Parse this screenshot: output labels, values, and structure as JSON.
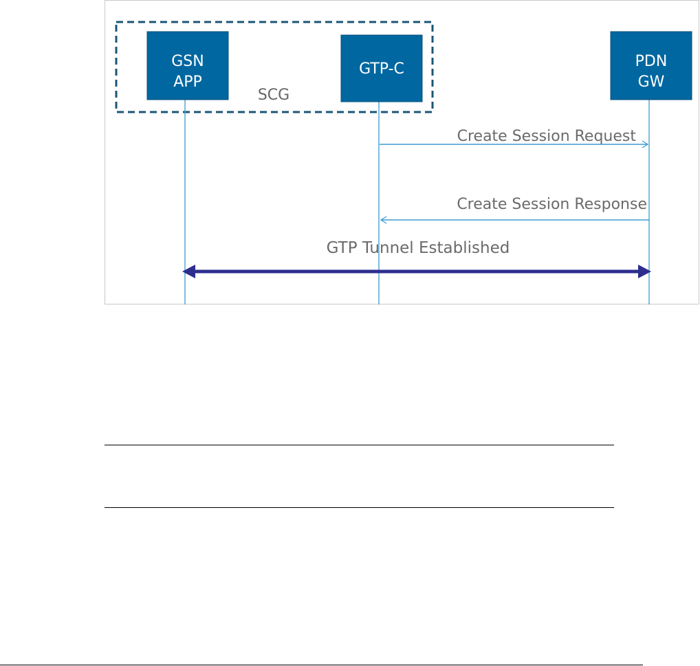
{
  "diagram": {
    "group_label": "SCG",
    "nodes": [
      {
        "id": "gsn",
        "lines": [
          "GSN",
          "APP"
        ]
      },
      {
        "id": "gtpc",
        "lines": [
          "GTP-C"
        ]
      },
      {
        "id": "pdn",
        "lines": [
          "PDN",
          "GW"
        ]
      }
    ],
    "messages": [
      {
        "label": "Create Session Request",
        "from": "GTP-C",
        "to": "PDN GW"
      },
      {
        "label": "Create Session Response",
        "from": "PDN GW",
        "to": "GTP-C"
      },
      {
        "label": "GTP Tunnel Established",
        "from": "GSN APP",
        "to": "PDN GW",
        "bidirectional": true
      }
    ],
    "colors": {
      "node_fill": "#0067a0",
      "dashed_border": "#1a5576",
      "lifeline": "#3b9bd0",
      "tunnel": "#2e2e8f",
      "label_text": "#6a6a6a"
    }
  }
}
